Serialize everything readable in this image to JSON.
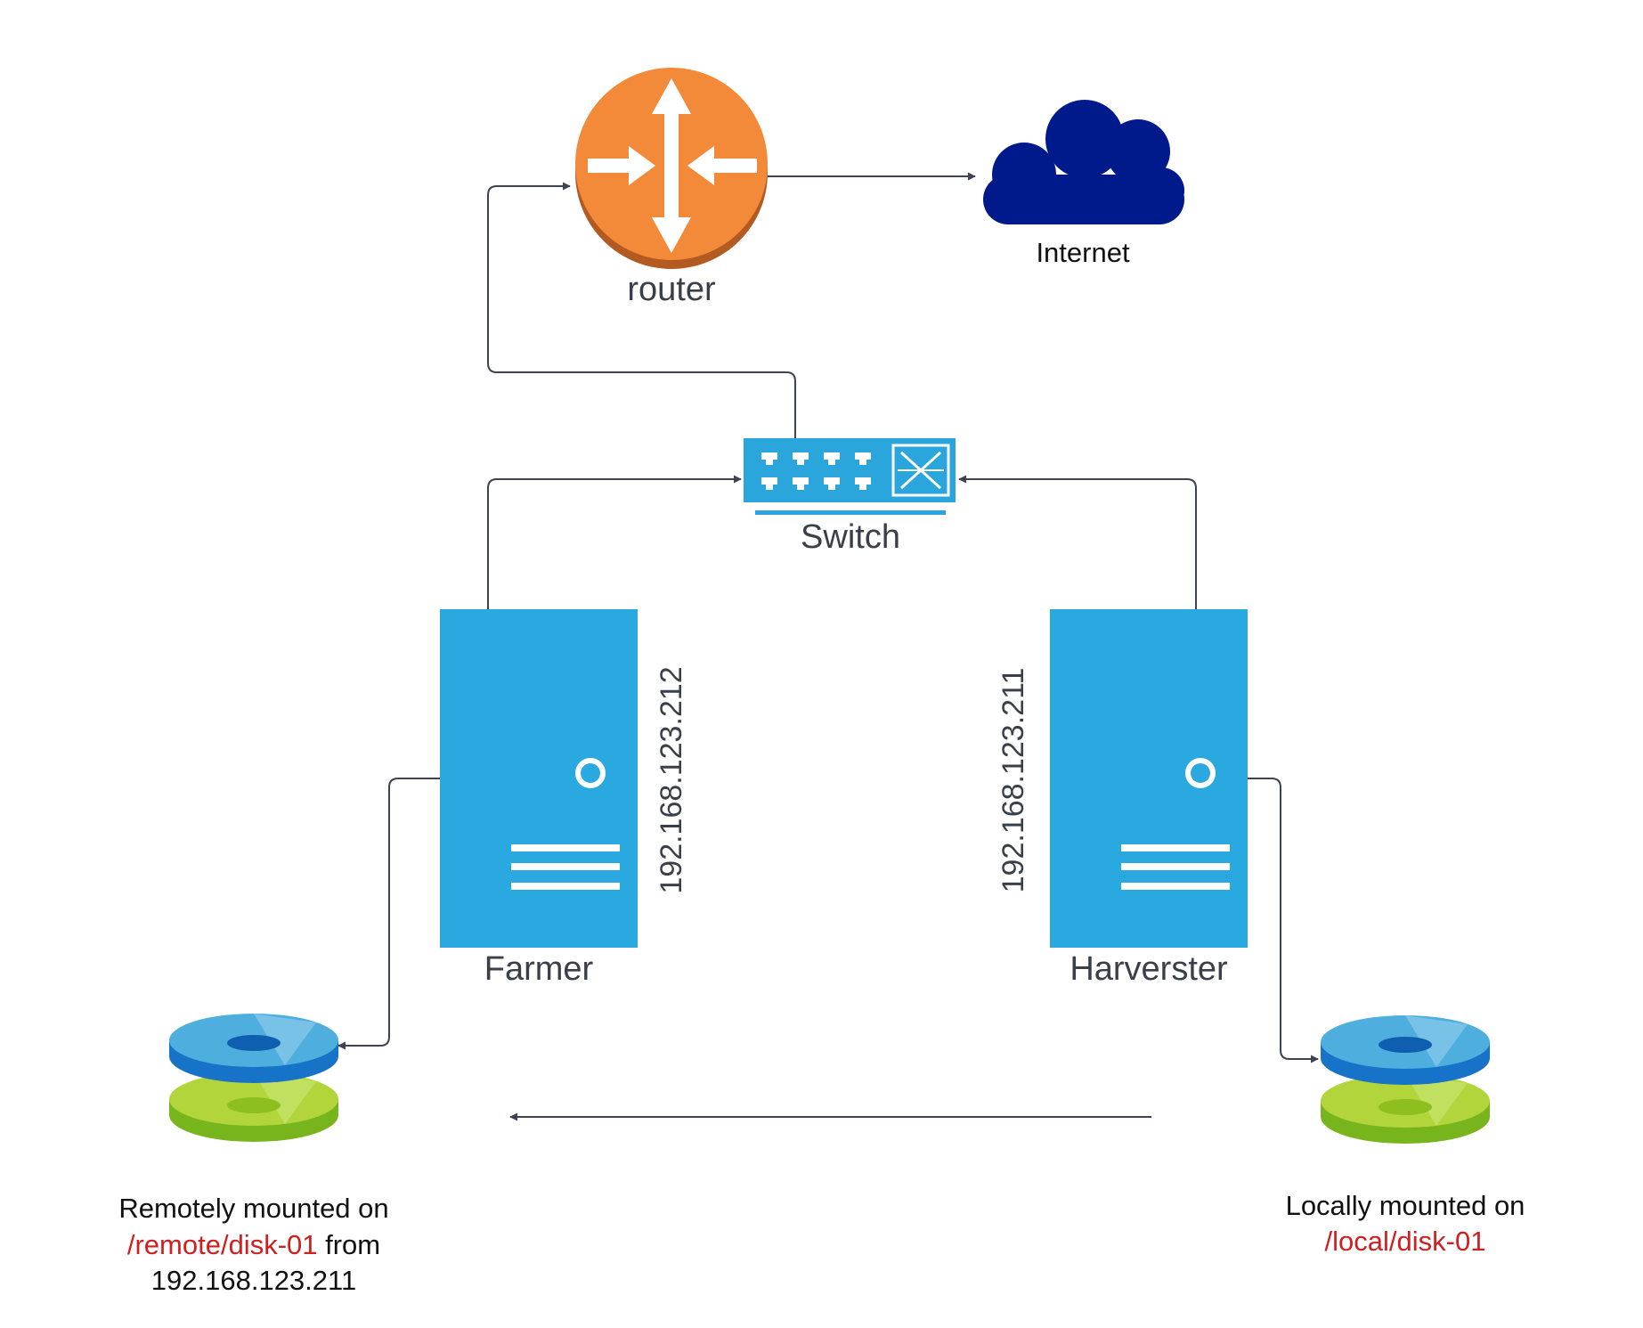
{
  "nodes": {
    "router": {
      "label": "router",
      "color": "#f28a39"
    },
    "internet": {
      "label": "Internet",
      "color": "#001a8c"
    },
    "switch": {
      "label": "Switch",
      "color": "#2aa6dc"
    },
    "farmer": {
      "label": "Farmer",
      "ip": "192.168.123.212",
      "color": "#2aa9e0"
    },
    "harvester": {
      "label": "Harverster",
      "ip": "192.168.123.211",
      "color": "#2aa9e0"
    }
  },
  "disks": {
    "remote": {
      "line1": "Remotely mounted on",
      "path": "/remote/disk-01",
      "from": " from",
      "line3": "192.168.123.211"
    },
    "local": {
      "line1": "Locally mounted on",
      "path": "/local/disk-01"
    },
    "colors": {
      "top": "#3aa0d8",
      "bottom": "#9ccb2a",
      "path_text": "#d01f1f"
    }
  },
  "icons": [
    "router-icon",
    "cloud-icon",
    "network-switch-icon",
    "server-icon",
    "disk-stack-icon"
  ]
}
